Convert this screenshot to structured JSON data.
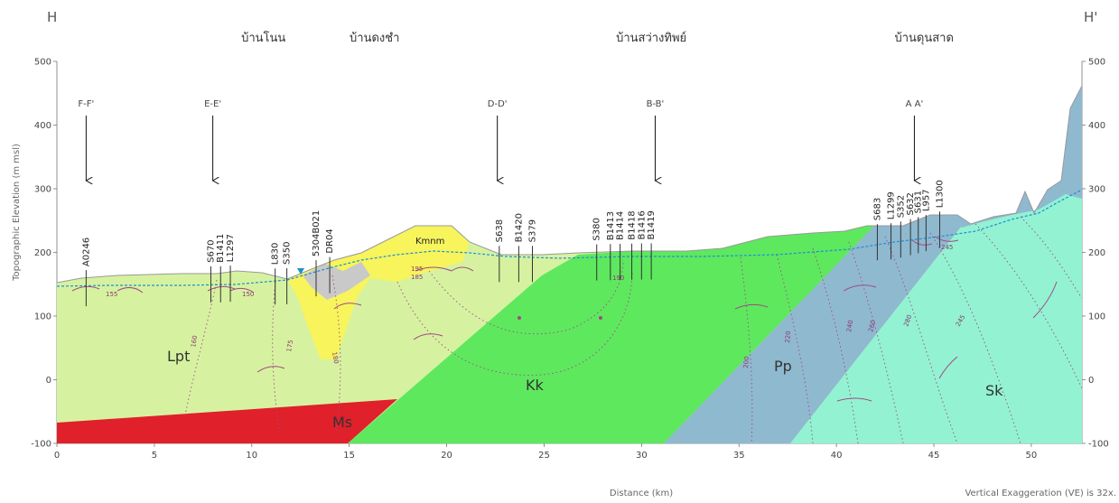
{
  "title_left": "H",
  "title_right": "H'",
  "villages": [
    {
      "text": "บ้านโนน",
      "km": 10.6
    },
    {
      "text": "บ้านดงชำ",
      "km": 16.3
    },
    {
      "text": "บ้านสว่างทิพย์",
      "km": 30.5
    },
    {
      "text": "บ้านดุนสาด",
      "km": 44.5
    }
  ],
  "section_markers": [
    {
      "label": "F-F'",
      "km": 1.5
    },
    {
      "label": "E-E'",
      "km": 8.0
    },
    {
      "label": "D-D'",
      "km": 22.6
    },
    {
      "label": "B-B'",
      "km": 30.7
    },
    {
      "label": "A A'",
      "km": 44.0
    }
  ],
  "y_axis_label": "Topographic Elevation (m msl)",
  "x_axis_label": "Distance (km)",
  "ve_note": "Vertical Exaggeration (VE) is 32x.",
  "y_ticks": [
    -100,
    0,
    100,
    200,
    300,
    400,
    500
  ],
  "x_ticks": [
    0,
    5,
    10,
    15,
    20,
    25,
    30,
    35,
    40,
    45,
    50
  ],
  "units": [
    {
      "code": "Lpt",
      "color": "#d6f2a0"
    },
    {
      "code": "Ms",
      "color": "#e0202a"
    },
    {
      "code": "Kk",
      "color": "#5ee85e"
    },
    {
      "code": "Pp",
      "color": "#8fb9cf"
    },
    {
      "code": "Sk",
      "color": "#92f2d2"
    },
    {
      "code": "Kmnm",
      "color": "#f7f45c"
    }
  ],
  "wells": [
    {
      "id": "A0246",
      "km": 1.5
    },
    {
      "id": "S670",
      "km": 7.9
    },
    {
      "id": "B1411",
      "km": 8.4
    },
    {
      "id": "L1297",
      "km": 8.9
    },
    {
      "id": "L830",
      "km": 11.2
    },
    {
      "id": "S350",
      "km": 11.8
    },
    {
      "id": "5304B021",
      "km": 13.3
    },
    {
      "id": "DR04",
      "km": 14.0
    },
    {
      "id": "S638",
      "km": 22.7
    },
    {
      "id": "B1420",
      "km": 23.7
    },
    {
      "id": "S379",
      "km": 24.4
    },
    {
      "id": "S380",
      "km": 27.7
    },
    {
      "id": "B1413",
      "km": 28.4
    },
    {
      "id": "B1414",
      "km": 28.9
    },
    {
      "id": "B1418",
      "km": 29.5
    },
    {
      "id": "B1416",
      "km": 30.0
    },
    {
      "id": "B1419",
      "km": 30.5
    },
    {
      "id": "S683",
      "km": 42.1
    },
    {
      "id": "L1299",
      "km": 42.8
    },
    {
      "id": "S352",
      "km": 43.3
    },
    {
      "id": "S632",
      "km": 43.8
    },
    {
      "id": "S631",
      "km": 44.2
    },
    {
      "id": "L957",
      "km": 44.6
    },
    {
      "id": "L1300",
      "km": 45.3
    }
  ],
  "contour_labels": [
    "155",
    "150",
    "160",
    "175",
    "180",
    "185",
    "190",
    "195",
    "200",
    "220",
    "240",
    "260",
    "280",
    "245",
    "245"
  ],
  "colors": {
    "topo_line": "#999999",
    "water_table": "#1e90d0",
    "flow_arrow": "#a04a86",
    "contour": "#a04a86"
  }
}
